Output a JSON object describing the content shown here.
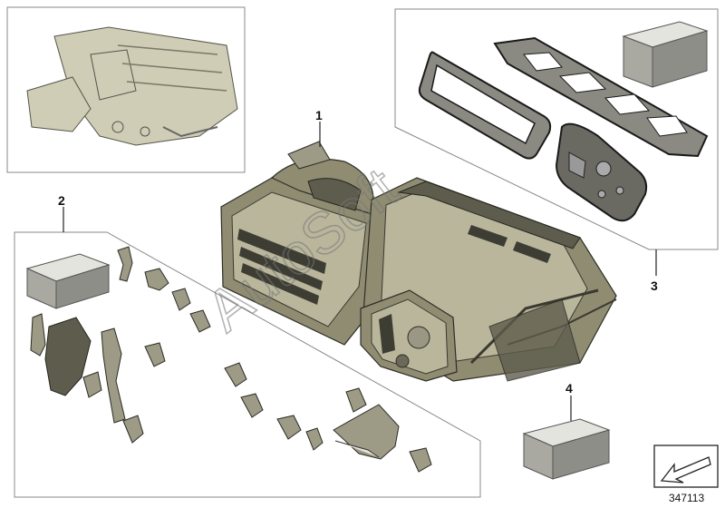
{
  "diagram": {
    "callouts": [
      "1",
      "2",
      "3",
      "4"
    ],
    "watermark": "AutoSoft",
    "reference_number": "347113",
    "icons": {
      "overview": "hvac-assembly-thumbnail-icon",
      "main": "hvac-housing-icon",
      "nav": "arrow-back-icon"
    }
  }
}
